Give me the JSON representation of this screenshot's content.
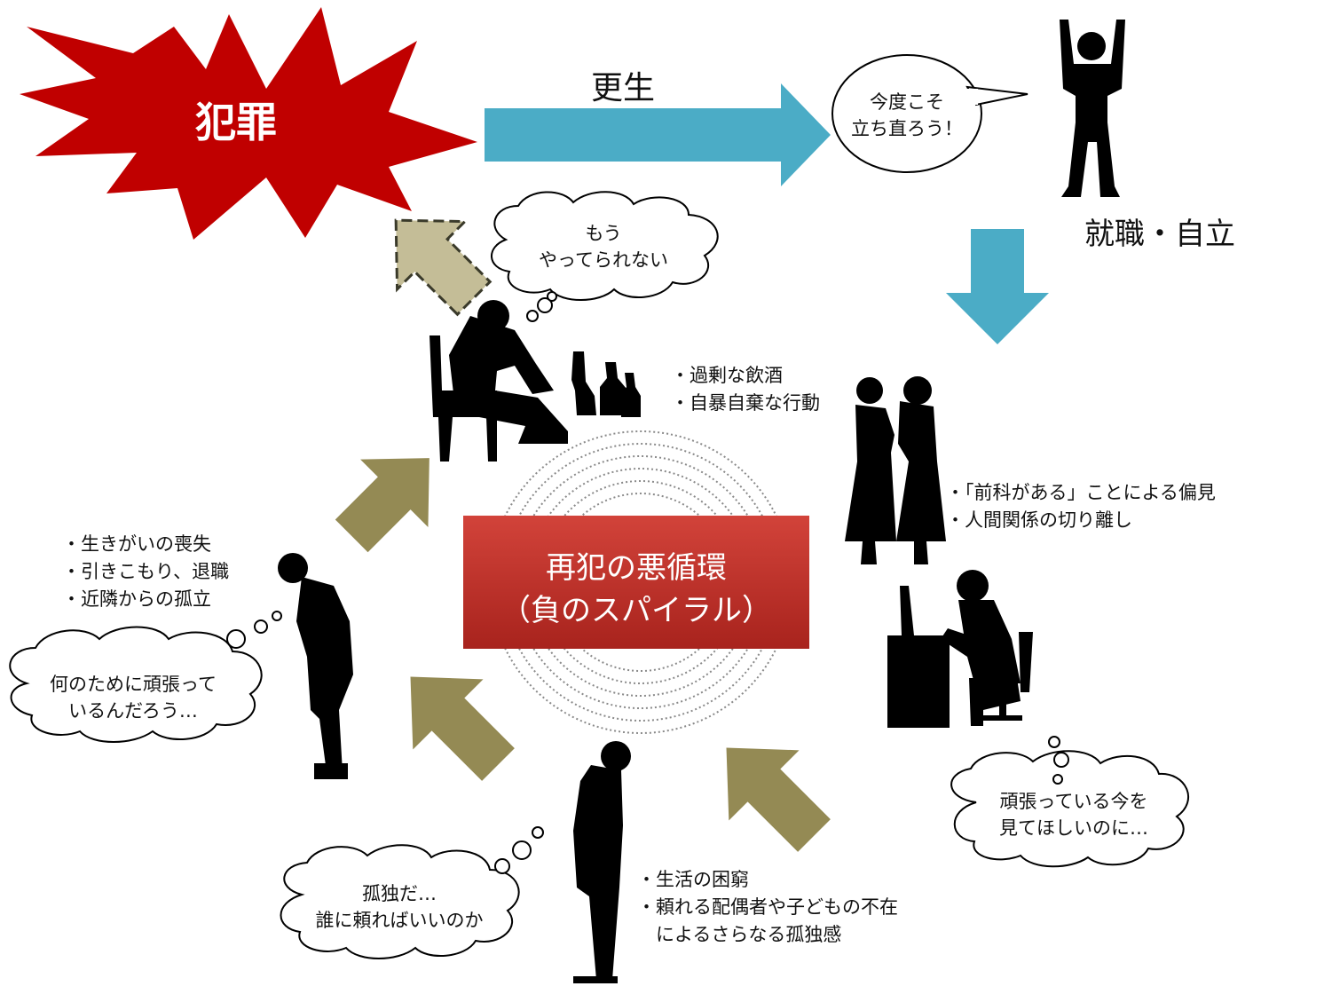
{
  "crime_label": "犯罪",
  "rehab_label": "更生",
  "employment_label": "就職・自立",
  "center_box": {
    "line1": "再犯の悪循環",
    "line2": "（負のスパイラル）"
  },
  "bubbles": {
    "resolve": [
      "今度こそ",
      "立ち直ろう！"
    ],
    "giveup": [
      "もう",
      "やってられない"
    ],
    "want_seen": [
      "頑張っている今を",
      "見てほしいのに…"
    ],
    "lonely": [
      "孤独だ…",
      "誰に頼ればいいのか"
    ],
    "purpose": [
      "何のために頑張って",
      "いるんだろう…"
    ]
  },
  "bullet_lists": {
    "drinking": [
      "・過剰な飲酒",
      "・自暴自棄な行動"
    ],
    "prejudice": [
      "・「前科がある」ことによる偏見",
      "・人間関係の切り離し"
    ],
    "poverty": [
      "・生活の困窮",
      "・頼れる配偶者や子どもの不在",
      "　によるさらなる孤独感"
    ],
    "isolation": [
      "・生きがいの喪失",
      "・引きこもり、退職",
      "・近隣からの孤立"
    ]
  },
  "colors": {
    "crime_burst": "#c00000",
    "rehab_arrow": "#4bacc6",
    "cycle_arrow": "#948a54",
    "dashed_arrow": "#c4bd97",
    "center_box": "#c0392b",
    "silhouette": "#000000"
  }
}
